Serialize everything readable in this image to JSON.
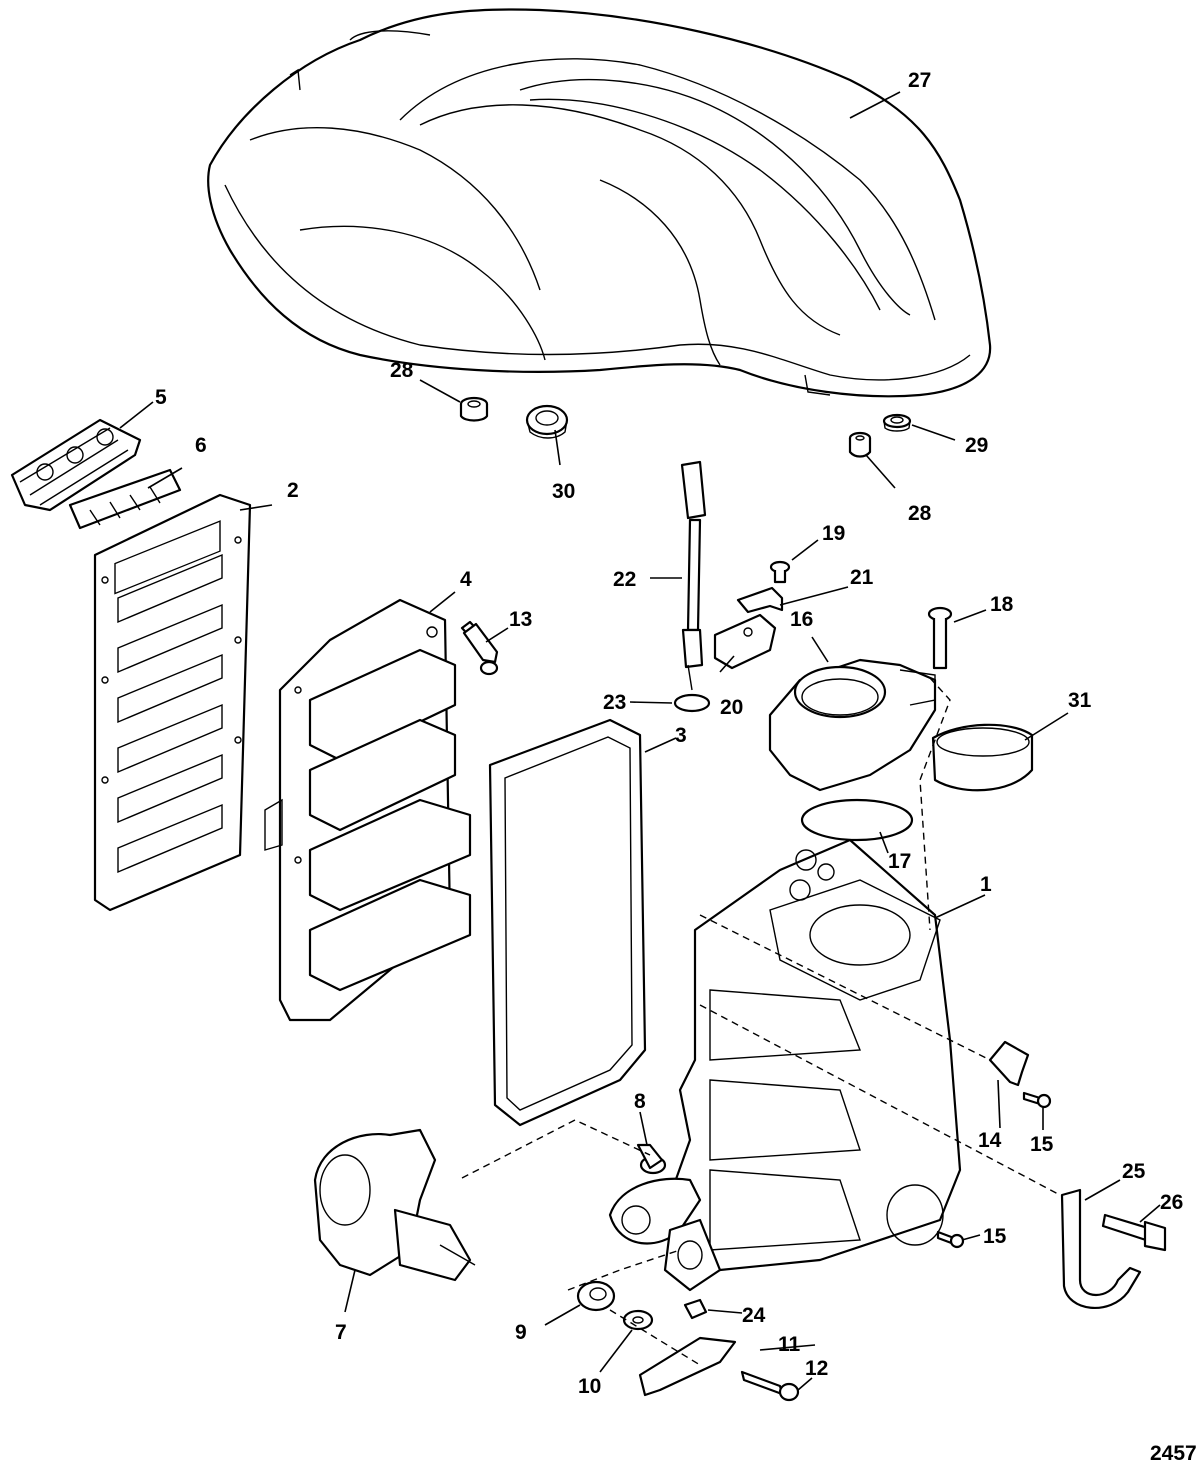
{
  "figure_id": "2457",
  "callouts": {
    "c1": "1",
    "c2": "2",
    "c3": "3",
    "c4": "4",
    "c5": "5",
    "c6": "6",
    "c7": "7",
    "c8": "8",
    "c9": "9",
    "c10": "10",
    "c11": "11",
    "c12": "12",
    "c13": "13",
    "c14": "14",
    "c15a": "15",
    "c15b": "15",
    "c16": "16",
    "c17": "17",
    "c18": "18",
    "c19": "19",
    "c20": "20",
    "c21": "21",
    "c22": "22",
    "c23": "23",
    "c24": "24",
    "c25": "25",
    "c26": "26",
    "c27": "27",
    "c28a": "28",
    "c28b": "28",
    "c29": "29",
    "c30": "30",
    "c31": "31"
  }
}
